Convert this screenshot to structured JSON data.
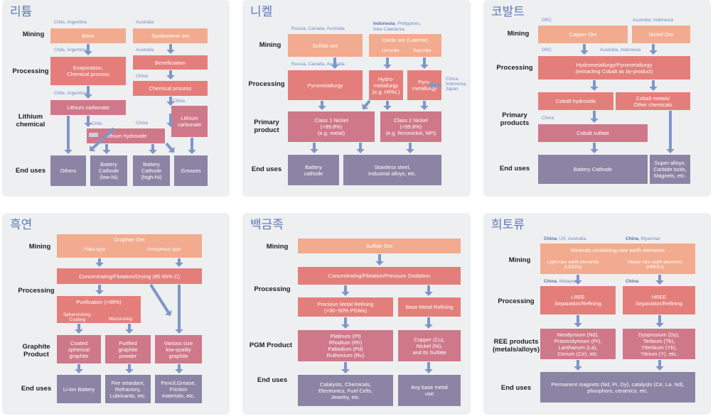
{
  "lithium": {
    "title": "리튬",
    "stages": {
      "mining": "Mining",
      "processing": "Processing",
      "chemical": "Lithium\nchemical",
      "end": "End uses"
    },
    "labels": {
      "chile_argentina": "Chile, Argentina",
      "australia": "Australia",
      "china": "China",
      "chile": "Chile"
    },
    "boxes": {
      "brine": "Brine",
      "spodumene": "Spodumene ore",
      "evaporation": "Evaporation,\nChemical process",
      "beneficiation": "Beneficiation",
      "chemical_process": "Chemical process",
      "lithium_carbonate": "Lithium carbonate",
      "lithium_carbonate2": "Lithium\ncarbonate",
      "lithium_hydroxide": "Lithium hydroxide",
      "others": "Others",
      "cathode_lowni": "Battery\nCathode\n(low-Ni)",
      "cathode_highni": "Battery\nCathode\n(high-Ni)",
      "greases": "Greases"
    }
  },
  "nickel": {
    "title": "니켈",
    "stages": {
      "mining": "Mining",
      "processing": "Processing",
      "primary": "Primary\nproduct",
      "end": "End uses"
    },
    "labels": {
      "russia_canada_australia": "Russia, Canada, Australia",
      "indonesia": "Indonesia",
      "philippines_nc": ", Philippines,",
      "new_caledonia": "New Caledonia",
      "china_indonesia_japan": "China,\nIndonesia,\nJapan"
    },
    "boxes": {
      "sulfide": "Sulfide ore",
      "oxide": "Oxide ore (Laterite)",
      "limonite": "Limonite",
      "saprolite": "Saprolite",
      "pyrometallurgy": "Pyrometallurgy",
      "hydro": "Hydro-\nmetallurgy\n(e.g. HPAL)",
      "pyro": "Pyro-\nmetallurgy",
      "class1": "Class 1 Nickel\n(>99.8%)\n(e.g. metal)",
      "class2": "Class 2 Nickel\n(<99.8%)\n(e.g. ferronickel, NPI)",
      "battery_cathode": "Battery\ncathode",
      "stainless": "Stainless steel,\nindustrial alloys, etc."
    }
  },
  "cobalt": {
    "title": "코발트",
    "stages": {
      "mining": "Mining",
      "processing": "Processing",
      "primary": "Primary\nproducts",
      "end": "End uses"
    },
    "labels": {
      "drc": "DRC",
      "australia_indonesia": "Australia, Indonesia",
      "china": "China"
    },
    "boxes": {
      "copper_ore": "Copper Ore",
      "nickel_ore": "Nickel Ore",
      "hydro_pyro": "Hydrometallurgy/Pyrometallurgy\n(extracting Cobalt as by-product)",
      "cobalt_hydroxide": "Cobalt hydroxide",
      "cobalt_metals": "Cobalt metals/\nOther chemicals",
      "cobalt_sulfate": "Cobalt sulfate",
      "battery_cathode": "Battery Cathode",
      "superalloys": "Super-alloys,\nCarbide tools,\nMagnets, etc."
    }
  },
  "graphite": {
    "title": "흑연",
    "stages": {
      "mining": "Mining",
      "processing": "Processing",
      "product": "Graphite\nProduct",
      "end": "End uses"
    },
    "subs": {
      "flake": "Flake type",
      "amorphous": "Amorphous type",
      "spheronizing": "Spheronizing,\nCoating",
      "micronizing": "Micronizing"
    },
    "boxes": {
      "graphite_ore": "Graphite Ore",
      "concentrating": "Concentrating/Flotation/Drying (85-95% C)",
      "purification": "Purification (>99%)",
      "coated": "Coated\nspherical\ngraphite",
      "purified": "Purified\ngraphite\npowder",
      "various": "Various size\nlow-quality\ngraphite",
      "liion": "Li-ion Battery",
      "fire": "Fire retardant,\nRefractory,\nLubricants, etc.",
      "pencil": "Pencil,Grease,\nFriction\nmaterials, etc."
    }
  },
  "pgm": {
    "title": "백금족",
    "stages": {
      "mining": "Mining",
      "processing": "Processing",
      "product": "PGM Product",
      "end": "End uses"
    },
    "boxes": {
      "sulfide": "Sulfide Ore",
      "concentrating": "Concentrating/Flotation/Pressure Oxidation",
      "precious": "Precious Metal Refining\n(>30~50% PGMs)",
      "base": "Base Metal Refining",
      "pgm_metals": "Platinum (Pt)\nRhodium (Rh)\nPalladium (Pd)\nRuthenium (Ru)",
      "base_metals": "Copper (Cu),\nNickel (Ni),\nand its Sulfate",
      "catalysts": "Catalysts, Chemicals,\nElectronics, Fuel Cells,\nJewelry, etc.",
      "any_base": "Any base metal\nuse"
    }
  },
  "ree": {
    "title": "희토류",
    "stages": {
      "mining": "Mining",
      "processing": "Processing",
      "products": "REE products\n(metals/alloys)",
      "end": "End uses"
    },
    "labels": {
      "china_us_australia": "China",
      "us_australia": ", US, Australia",
      "china_myanmar": "China",
      "myanmar": ", Myanmar",
      "china_malaysia": "China",
      "malaysia": ", Malaysia",
      "china": "China"
    },
    "subs": {
      "light": "Light rare earth elements\n(LREEs)",
      "heavy": "Heavy rare earth elements\n(HREEs)"
    },
    "boxes": {
      "minerals": "Minerals containing rare earth elements",
      "lree": "LREE\nSeparation/Refining",
      "hree": "HREE\nSeparation/Refining",
      "light_products": "Neodymium (Nd),\nPraseodymium (Pr),\nLanthanum (La),\nCerium (Ce), etc.",
      "heavy_products": "Dysprosium (Dy),\nTerbium (Tb),\nYtterbium (Yb),\nYttrium (Y), etc.",
      "magnets": "Permanent magnets (Nd, Pr, Dy), catalysts (Ce, La, Nd),\nphosphors, ceramics, etc."
    }
  },
  "colors": {
    "mining": "#f2ab8e",
    "processing": "#e47e7a",
    "product": "#cf7889",
    "end_use": "#8c84a4",
    "arrow": "#7f96c8",
    "title": "#5b79b8"
  }
}
